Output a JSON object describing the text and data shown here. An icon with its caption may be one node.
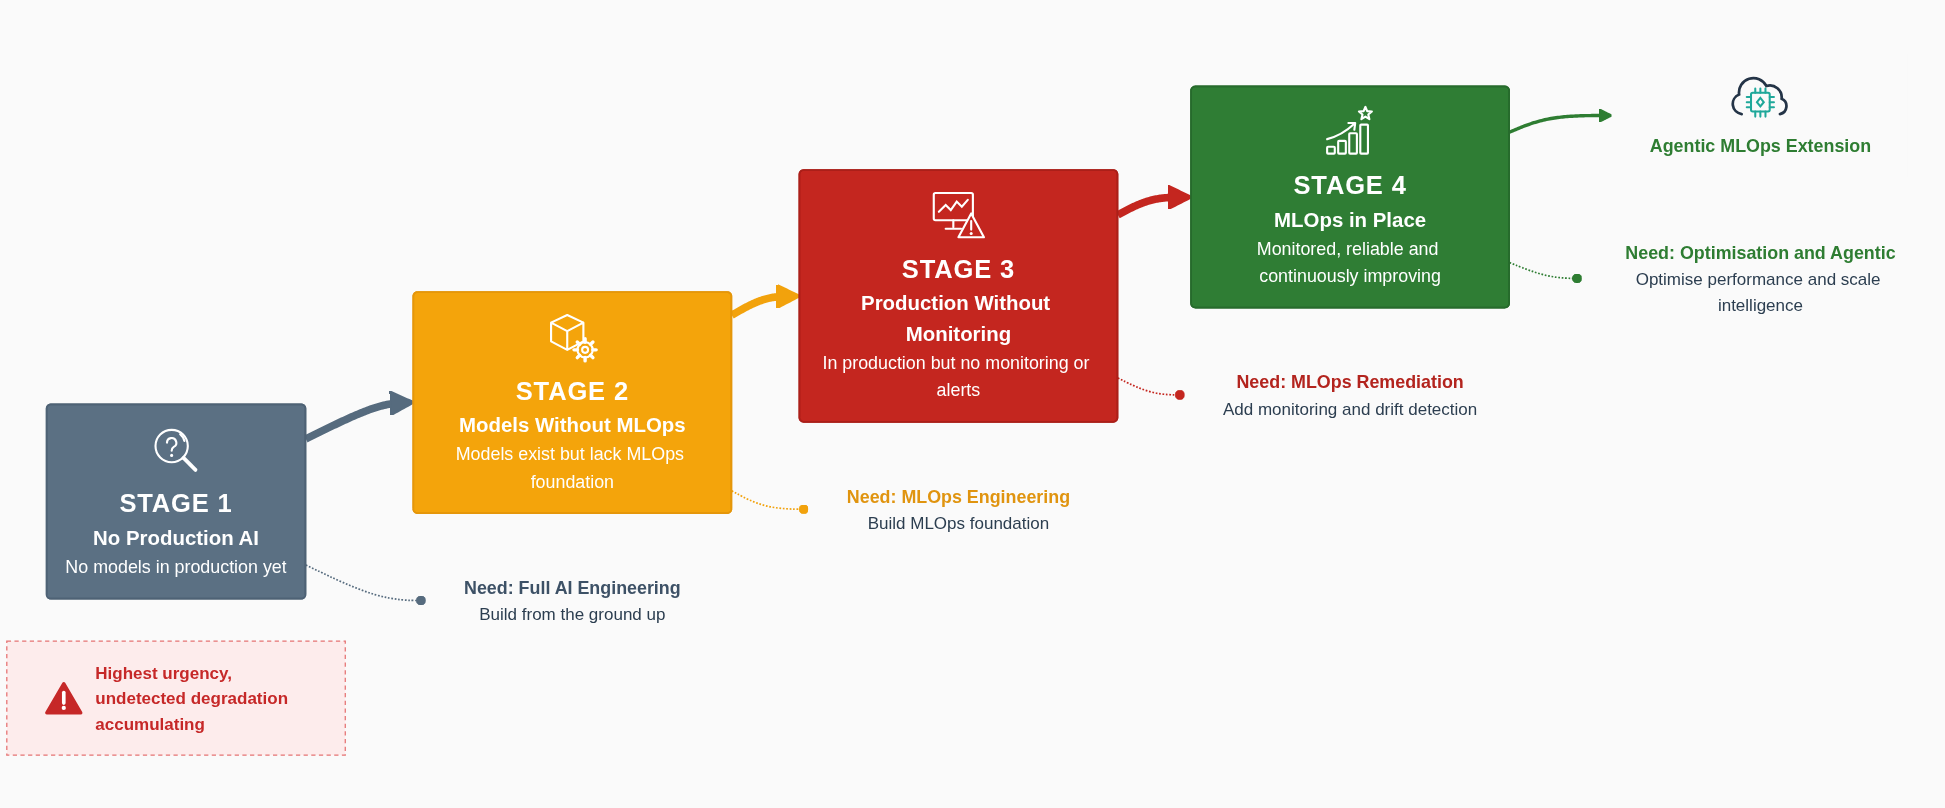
{
  "diagram": {
    "nodes": [
      {
        "text": [
          "STAGE 1",
          "No Production AI",
          "No models in production yet"
        ]
      },
      {
        "text": [
          "STAGE 2",
          "Models Without MLOps",
          "Models exist but lack MLOps foundation"
        ]
      },
      {
        "text": [
          "STAGE 3",
          "Production Without Monitoring",
          "In production but no monitoring or alerts"
        ]
      },
      {
        "text": [
          "STAGE 4",
          "MLOps in Place",
          "Monitored, reliable and continuously improving"
        ]
      },
      {
        "text": [
          "Agentic MLOps Extension"
        ]
      },
      {
        "text": [
          "Need: Full AI Engineering",
          "Build from the ground up"
        ]
      },
      {
        "text": [
          "Need: MLOps Engineering",
          "Build MLOps foundation"
        ]
      },
      {
        "text": [
          "Need: MLOps Remediation",
          "Add monitoring and drift detection"
        ]
      },
      {
        "text": [
          "Highest urgency, undetected degradation accumulating"
        ]
      },
      {
        "text": [
          "Need: Optimisation and Agentic",
          "Optimise performance and scale intelligence"
        ]
      }
    ],
    "edges": [
      {
        "from": 0,
        "to": 1,
        "arrow": "to",
        "style": "thick",
        "color": "#566b7e"
      },
      {
        "from": 1,
        "to": 2,
        "arrow": "to",
        "style": "thick",
        "color": "#f2a20c"
      },
      {
        "from": 2,
        "to": 3,
        "arrow": "to",
        "style": "thick",
        "color": "#c4261f"
      },
      {
        "from": 3,
        "to": 4,
        "arrow": "to",
        "color": "#2e7d32"
      },
      {
        "from": 0,
        "to": 5,
        "arrow": "other",
        "style": "dashed",
        "color": "#566b7e"
      },
      {
        "from": 1,
        "to": 6,
        "arrow": "other",
        "style": "dashed",
        "color": "#f2a20c"
      },
      {
        "from": 2,
        "to": 7,
        "arrow": "other",
        "style": "dashed",
        "color": "#c4261f"
      },
      {
        "from": 3,
        "to": 9,
        "arrow": "other",
        "style": "dashed",
        "color": "#2e7d32"
      }
    ]
  }
}
